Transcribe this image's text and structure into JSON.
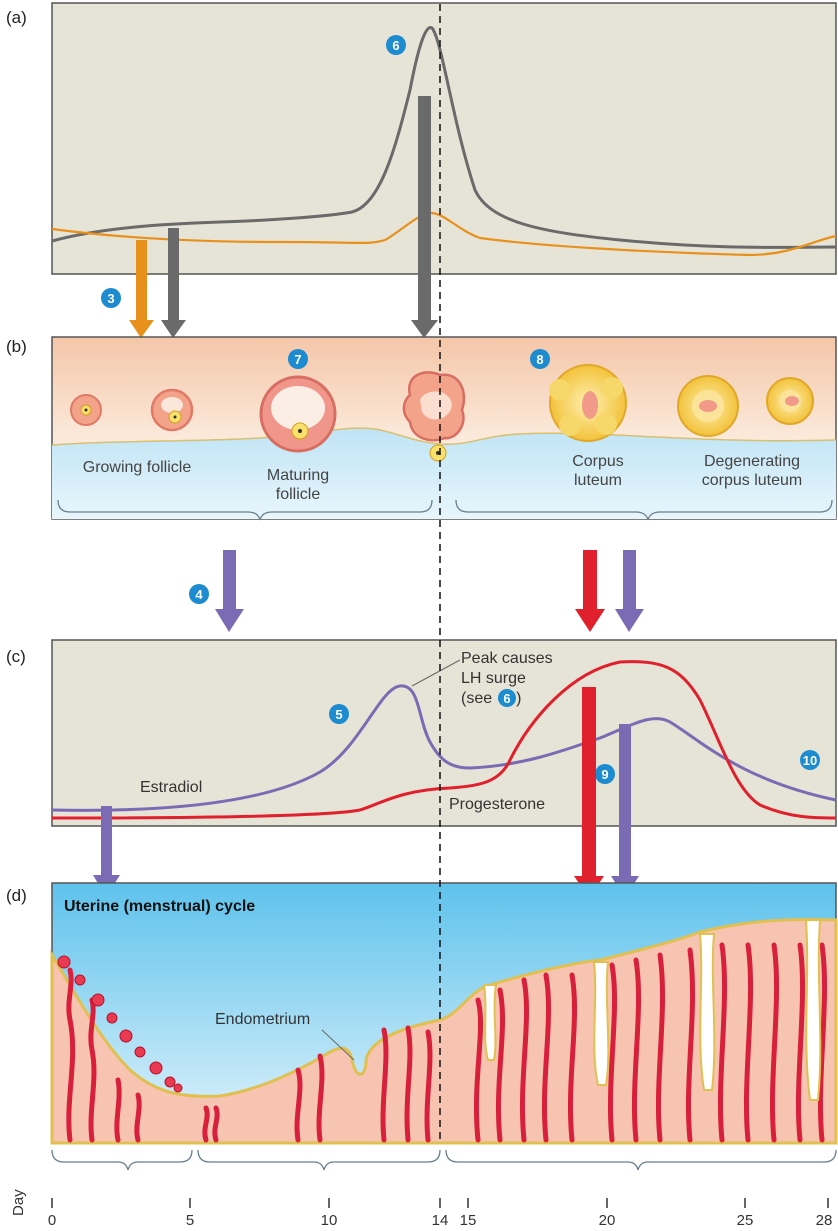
{
  "panels": {
    "a": "(a)",
    "b": "(b)",
    "c": "(c)",
    "d": "(d)"
  },
  "steps": {
    "s3": "3",
    "s4": "4",
    "s5": "5",
    "s6": "6",
    "s7": "7",
    "s8": "8",
    "s9": "9",
    "s10": "10"
  },
  "labels": {
    "growing_follicle": "Growing follicle",
    "maturing_1": "Maturing",
    "maturing_2": "follicle",
    "corpus_1": "Corpus",
    "corpus_2": "luteum",
    "degen_1": "Degenerating",
    "degen_2": "corpus luteum",
    "peak_1": "Peak causes",
    "peak_2": "LH surge",
    "peak_3_pre": "(see",
    "peak_3_post": ")",
    "estradiol": "Estradiol",
    "progesterone": "Progesterone",
    "uterine_title": "Uterine (menstrual) cycle",
    "endometrium": "Endometrium"
  },
  "axis": {
    "name": "Day",
    "ticks": [
      "0",
      "5",
      "10",
      "14",
      "15",
      "20",
      "25",
      "28"
    ]
  },
  "colors": {
    "panel_bg": "#e6e4d6",
    "lh": "#6a6a6a",
    "fsh": "#e8901c",
    "estradiol": "#7a6bb4",
    "progesterone": "#e0202c",
    "badge": "#1c8bd0"
  }
}
